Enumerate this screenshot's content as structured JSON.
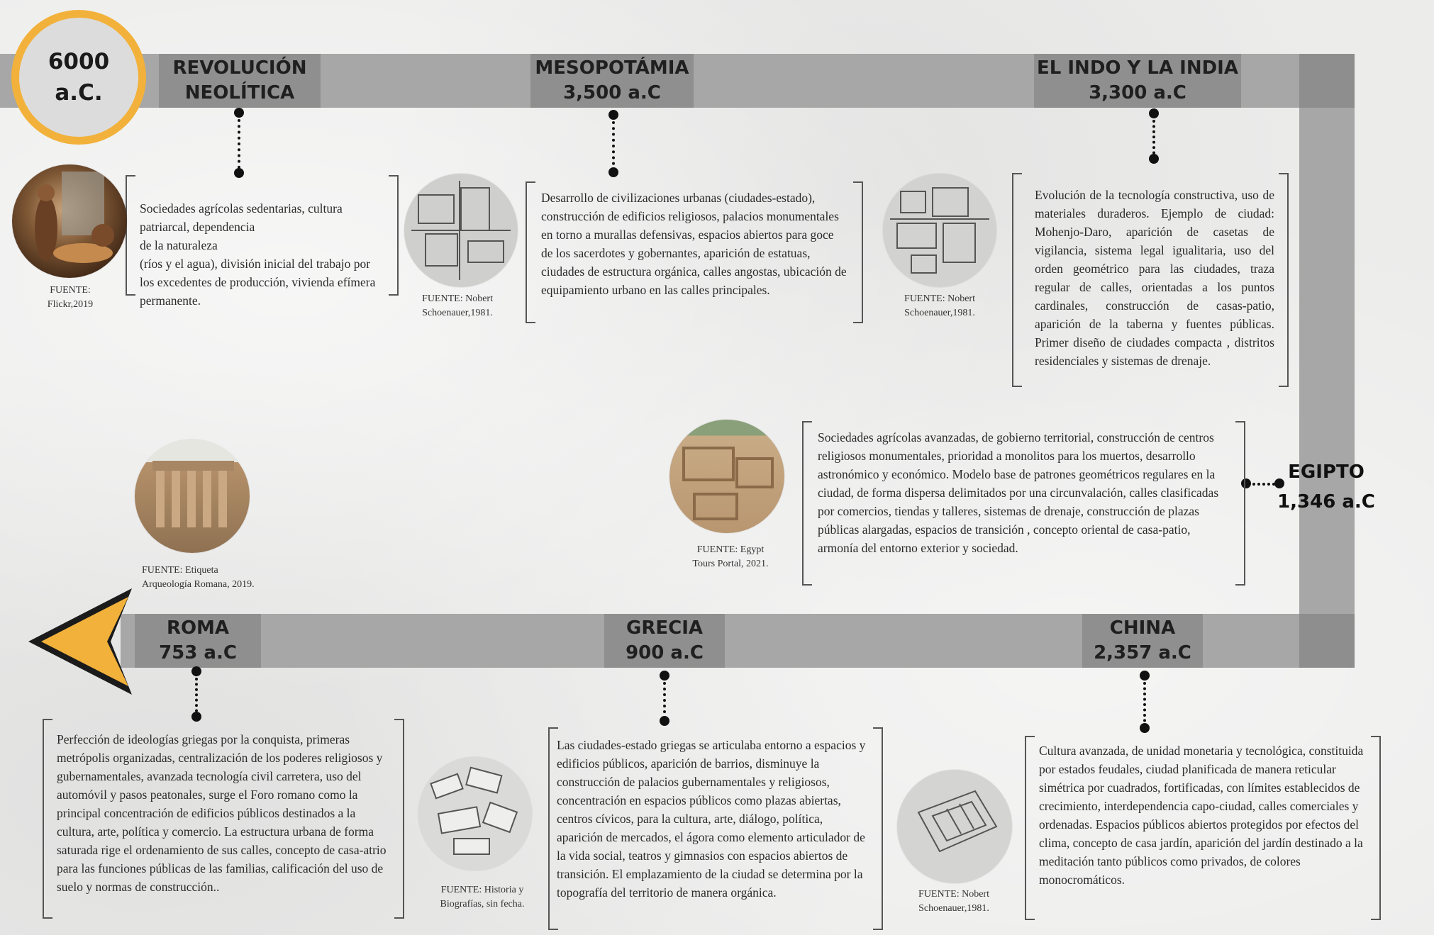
{
  "start": {
    "year": "6000",
    "era": "a.C."
  },
  "colors": {
    "accent": "#f2b13a",
    "band": "#a7a7a7",
    "label_bg": "#8f8f8f"
  },
  "periods": {
    "neolitica": {
      "title_line1": "REVOLUCIÓN",
      "title_line2": "NEOLÍTICA",
      "text": "Sociedades agrícolas sedentarias, cultura patriarcal, dependencia\nde la naturaleza\n(ríos y el agua), división inicial del trabajo por los excedentes de producción, vivienda efímera permanente.",
      "source_line1": "FUENTE:",
      "source_line2": "Flickr,2019",
      "image_icon": "cave-diorama-photo"
    },
    "mesopotamia": {
      "title_line1": "MESOPOTÁMIA",
      "title_line2": "3,500 a.C",
      "text": "Desarrollo de civilizaciones urbanas (ciudades-estado), construcción de edificios religiosos, palacios monumentales en torno a murallas defensivas, espacios abiertos para goce de los sacerdotes y gobernantes, aparición de estatuas, ciudades de estructura orgánica, calles angostas, ubicación de equipamiento urbano en las calles principales.",
      "source_line1": "FUENTE: Nobert",
      "source_line2": "Schoenauer,1981.",
      "image_icon": "city-plan-sketch"
    },
    "indo": {
      "title_line1": "EL INDO Y LA INDIA",
      "title_line2": "3,300 a.C",
      "text": "Evolución de la tecnología constructiva, uso de materiales duraderos. Ejemplo de ciudad: Mohenjo-Daro, aparición de casetas de vigilancia, sistema legal igualitaria, uso del orden geométrico para las ciudades, traza regular de calles, orientadas a los puntos cardinales, construcción de casas-patio, aparición de la taberna y fuentes públicas. Primer diseño de ciudades compacta , distritos residenciales y sistemas de drenaje.",
      "source_line1": "FUENTE: Nobert",
      "source_line2": "Schoenauer,1981.",
      "image_icon": "city-plan-sketch"
    },
    "egipto": {
      "title_line1": "EGIPTO",
      "title_line2": "1,346 a.C",
      "text": "Sociedades agrícolas avanzadas, de gobierno territorial, construcción de centros religiosos monumentales, prioridad a monolitos para los muertos, desarrollo astronómico y económico. Modelo base de patrones geométricos regulares en la ciudad, de forma dispersa delimitados por una circunvalación, calles clasificadas por comercios, tiendas y talleres, sistemas de drenaje, construcción de plazas públicas alargadas, espacios de transición , concepto oriental de casa-patio, armonía del entorno exterior y sociedad.",
      "source_line1": "FUENTE: Egypt",
      "source_line2": "Tours Portal, 2021.",
      "image_icon": "ruins-photo"
    },
    "china": {
      "title_line1": "CHINA",
      "title_line2": "2,357 a.C",
      "text": "Cultura avanzada, de unidad monetaria y tecnológica, constituida por estados feudales, ciudad planificada de manera reticular simétrica por cuadrados, fortificadas, con límites establecidos de crecimiento, interdependencia capo-ciudad, calles comerciales y ordenadas. Espacios públicos abiertos protegidos por efectos del clima, concepto de casa jardín, aparición del jardín destinado a la meditación tanto públicos como privados, de colores monocromáticos.",
      "source_line1": "FUENTE: Nobert",
      "source_line2": "Schoenauer,1981.",
      "image_icon": "walled-city-sketch"
    },
    "grecia": {
      "title_line1": "GRECIA",
      "title_line2": "900 a.C",
      "text": "Las ciudades-estado griegas se articulaba entorno a espacios y edificios públicos, aparición de barrios, disminuye la construcción de palacios gubernamentales y religiosos, concentración en espacios públicos como plazas abiertas, centros cívicos, para la cultura, arte, diálogo, política, aparición de mercados, el ágora como elemento articulador de la vida social, teatros y gimnasios con espacios abiertos de transición. El emplazamiento de la ciudad se determina por la topografía del territorio de manera orgánica.",
      "source_line1": "FUENTE: Historia y",
      "source_line2": "Biografías, sin fecha.",
      "image_icon": "greek-city-sketch"
    },
    "roma": {
      "title_line1": "ROMA",
      "title_line2": "753 a.C",
      "text": "Perfección de ideologías griegas por la conquista, primeras metrópolis organizadas, centralización de los poderes religiosos y gubernamentales, avanzada tecnología civil carretera, uso del automóvil y pasos peatonales, surge el Foro romano como la principal concentración de edificios públicos destinados a la cultura, arte, política y comercio. La estructura urbana de forma saturada rige el ordenamiento de sus calles, concepto de casa-atrio para las funciones públicas de las familias, calificación del uso de suelo y normas de construcción..",
      "source_line1": "FUENTE: Etiqueta",
      "source_line2": "Arqueología Romana, 2019.",
      "image_icon": "roman-columns-photo"
    }
  }
}
